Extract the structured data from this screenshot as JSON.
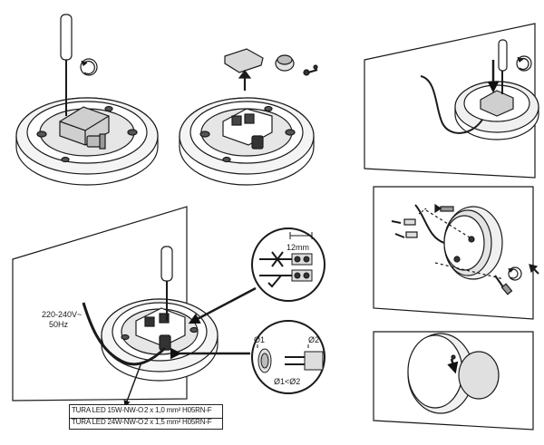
{
  "diagram": {
    "steps": [
      {
        "id": "open-cover"
      },
      {
        "id": "remove-cover-and-gland"
      },
      {
        "id": "mount-base"
      },
      {
        "id": "wire-terminal"
      },
      {
        "id": "fix-to-wall"
      },
      {
        "id": "attach-diffuser"
      }
    ],
    "supply_label_line1": "220-240V~",
    "supply_label_line2": "50Hz",
    "strip_length": "12mm",
    "gland_phi1": "Ø1",
    "gland_phi2": "Ø2",
    "gland_rule": "Ø1<Ø2",
    "spec_table": [
      {
        "model": "TURA LED 15W-NW-O",
        "cable": "2 x 1,0 mm² H05RN-F"
      },
      {
        "model": "TURA LED 24W-NW-O",
        "cable": "2 x 1,5 mm² H05RN-F"
      }
    ]
  }
}
